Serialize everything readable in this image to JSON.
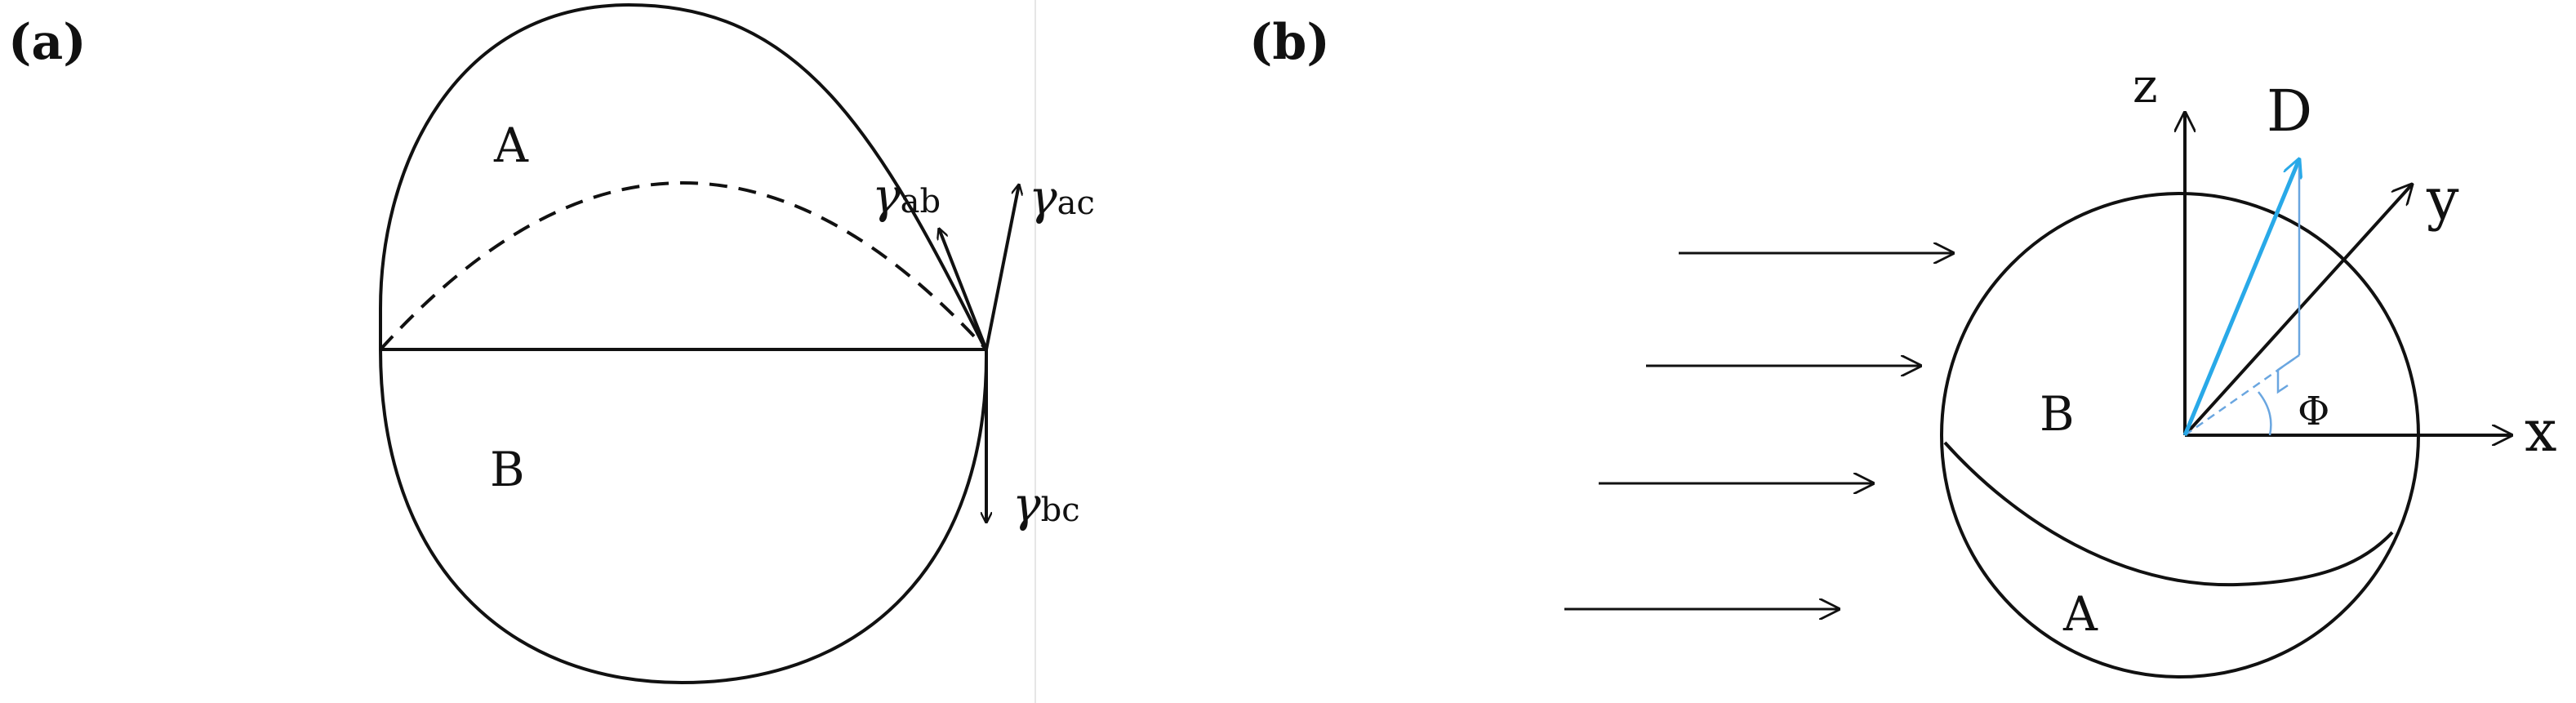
{
  "panel_a": {
    "panel_label": "(a)",
    "region_top": "A",
    "region_bottom": "B",
    "gamma_ab": {
      "symbol": "γ",
      "sub": "ab"
    },
    "gamma_ac": {
      "symbol": "γ",
      "sub": "ac"
    },
    "gamma_bc": {
      "symbol": "γ",
      "sub": "bc"
    }
  },
  "panel_b": {
    "panel_label": "(b)",
    "axis_z": "z",
    "axis_y": "y",
    "axis_x": "x",
    "vector_d": "D",
    "angle_phi": "Φ",
    "region_b": "B",
    "region_a": "A"
  },
  "colors": {
    "ink": "#111111",
    "vector_blue": "#29a9e8",
    "projection_blue": "#6aa6e0"
  }
}
